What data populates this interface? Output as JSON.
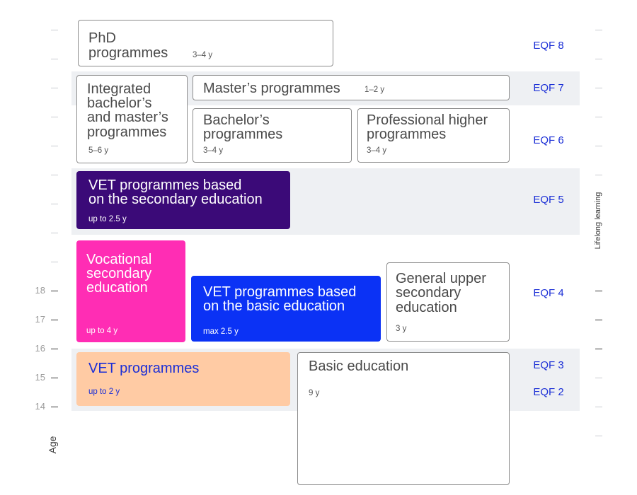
{
  "age": {
    "title": "Age",
    "labels": [
      "18",
      "17",
      "16",
      "15",
      "14"
    ]
  },
  "side_label": "Lifelong learning",
  "programmes": {
    "phd": {
      "title": "PhD programmes",
      "line1": "PhD",
      "line2": "programmes",
      "duration": "3–4 y"
    },
    "integrated": {
      "line1": "Integrated",
      "line2": "bachelor’s",
      "line3": "and master’s",
      "line4": "programmes",
      "duration": "5–6 y"
    },
    "masters": {
      "title": "Master’s programmes",
      "duration": "1–2 y"
    },
    "bachelors": {
      "line1": "Bachelor’s",
      "line2": "programmes",
      "duration": "3–4 y"
    },
    "professional_higher": {
      "line1": "Professional higher",
      "line2": "programmes",
      "duration": "3–4 y"
    },
    "vet_secondary": {
      "line1": "VET programmes based",
      "line2": "on the secondary education",
      "duration": "up to 2.5 y"
    },
    "vocational_secondary": {
      "line1": "Vocational",
      "line2": "secondary",
      "line3": "education",
      "duration": "up to 4 y"
    },
    "vet_basic": {
      "line1": "VET programmes based",
      "line2": "on the basic education",
      "duration": "max 2.5 y"
    },
    "general_upper": {
      "line1": "General upper",
      "line2": "secondary",
      "line3": "education",
      "duration": "3 y"
    },
    "vet": {
      "title": "VET programmes",
      "duration": "up to 2 y"
    },
    "basic": {
      "title": "Basic education",
      "duration": "9 y"
    }
  },
  "eqf": {
    "eqf8": "EQF 8",
    "eqf7": "EQF 7",
    "eqf6": "EQF 6",
    "eqf5": "EQF 5",
    "eqf4": "EQF 4",
    "eqf3": "EQF 3",
    "eqf2": "EQF 2"
  },
  "colors": {
    "band": "#eef0f3",
    "vet_secondary": "#3b0a78",
    "vocational_secondary": "#ff2db4",
    "vet_basic": "#0b32f5",
    "vet": "#ffcba4",
    "eqf_text": "#1b2fd6",
    "outline": "#8c8c8c"
  }
}
